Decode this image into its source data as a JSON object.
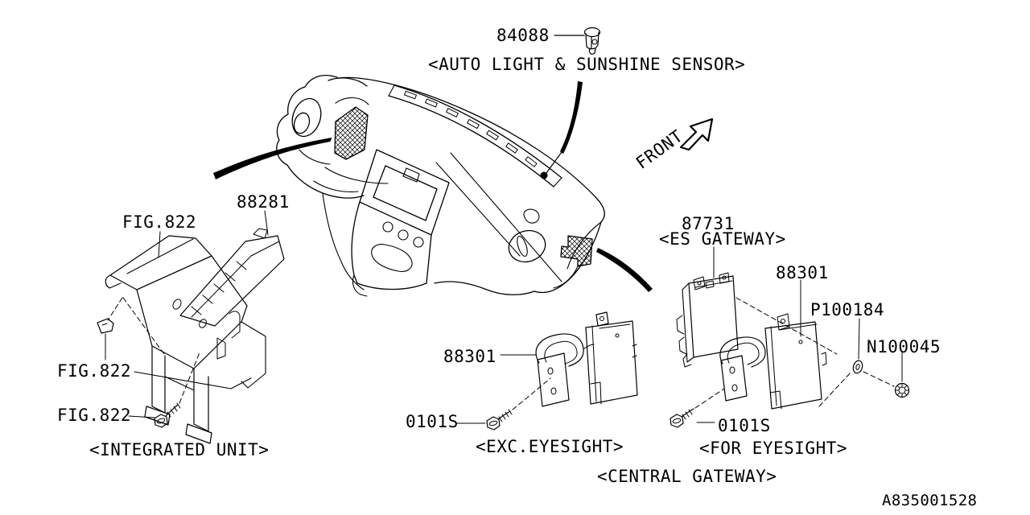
{
  "diagram_id": "A835001528",
  "colors": {
    "line": "#000000",
    "background": "#ffffff"
  },
  "front_indicator": {
    "label": "FRONT",
    "icon": "block-arrow-up-right"
  },
  "sensor_callout": {
    "part_no": "84088",
    "caption": "<AUTO LIGHT & SUNSHINE SENSOR>"
  },
  "integrated_unit_group": {
    "caption": "<INTEGRATED UNIT>",
    "part_no": "88281",
    "fig_ref_bracket": "FIG.822",
    "fig_ref_clip": "FIG.822",
    "fig_ref_screw": "FIG.822"
  },
  "exc_eyesight_group": {
    "caption": "<EXC.EYESIGHT>",
    "bracket_part_no": "88301",
    "screw_part_no": "0101S"
  },
  "for_eyesight_group": {
    "caption": "<FOR EYESIGHT>",
    "es_gateway_part_no": "87731",
    "es_gateway_caption": "<ES GATEWAY>",
    "bracket_part_no": "88301",
    "washer_part_no": "P100184",
    "nut_part_no": "N100045",
    "screw_part_no": "0101S"
  },
  "central_gateway_caption": "<CENTRAL GATEWAY>"
}
